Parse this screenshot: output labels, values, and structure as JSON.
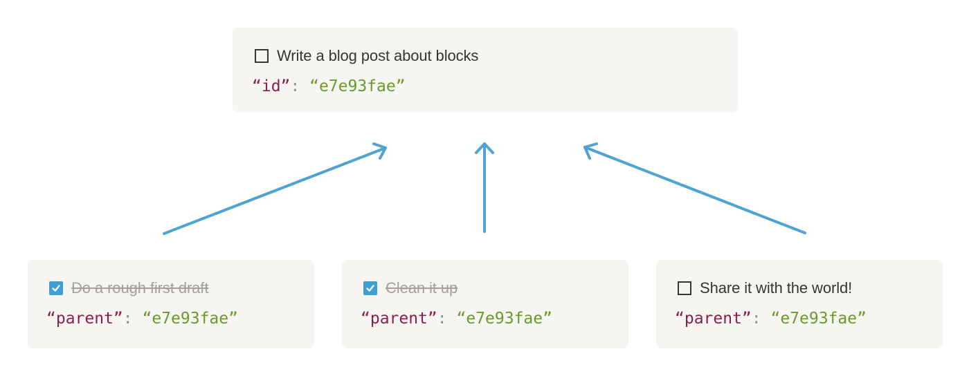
{
  "parent_block": {
    "label": "Write a blog post about blocks",
    "checked": false,
    "json_key": "“id”",
    "json_colon": ": ",
    "json_value": "“e7e93fae”"
  },
  "child_blocks": [
    {
      "label": "Do a rough first draft",
      "checked": true,
      "json_key": "“parent”",
      "json_colon": ": ",
      "json_value": "“e7e93fae”"
    },
    {
      "label": "Clean it up",
      "checked": true,
      "json_key": "“parent”",
      "json_colon": ": ",
      "json_value": "“e7e93fae”"
    },
    {
      "label": "Share it with the world!",
      "checked": false,
      "json_key": "“parent”",
      "json_colon": ": ",
      "json_value": "“e7e93fae”"
    }
  ],
  "colors": {
    "card_background": "#f7f5f1",
    "arrow": "#4ea3d2",
    "checkbox_checked": "#3d9fd6",
    "json_key": "#8a1e4e",
    "json_value": "#6a9a2c",
    "text": "#37352f",
    "done_text": "#a3a09a"
  }
}
